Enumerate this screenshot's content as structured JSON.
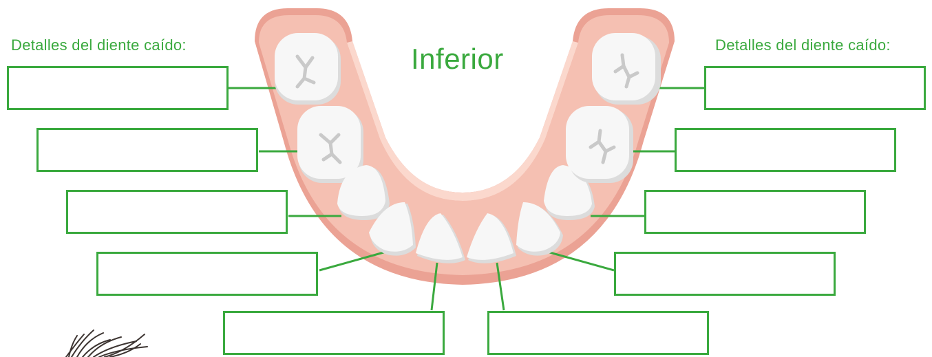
{
  "colors": {
    "accent_green": "#3aa93e",
    "gum_outer": "#eba294",
    "gum_inner": "#f5c0b2",
    "gum_rim": "#fbd8cd",
    "tooth": "#f7f7f7",
    "tooth_shadow": "#dcdcdc"
  },
  "header": {
    "left_heading": "Detalles del diente caído:",
    "right_heading": "Detalles del diente caído:",
    "jaw_title": "Inferior"
  },
  "fields": [
    {
      "side": "left",
      "tooth": "molar-2",
      "value": ""
    },
    {
      "side": "left",
      "tooth": "molar-1",
      "value": ""
    },
    {
      "side": "left",
      "tooth": "canine",
      "value": ""
    },
    {
      "side": "left",
      "tooth": "lateral-incisor",
      "value": ""
    },
    {
      "side": "left",
      "tooth": "central-incisor",
      "value": ""
    },
    {
      "side": "right",
      "tooth": "central-incisor",
      "value": ""
    },
    {
      "side": "right",
      "tooth": "lateral-incisor",
      "value": ""
    },
    {
      "side": "right",
      "tooth": "canine",
      "value": ""
    },
    {
      "side": "right",
      "tooth": "molar-1",
      "value": ""
    },
    {
      "side": "right",
      "tooth": "molar-2",
      "value": ""
    }
  ],
  "icons": {
    "jaw": "lower-jaw-teeth-icon",
    "corner_decoration": "hair-tuft-icon"
  }
}
